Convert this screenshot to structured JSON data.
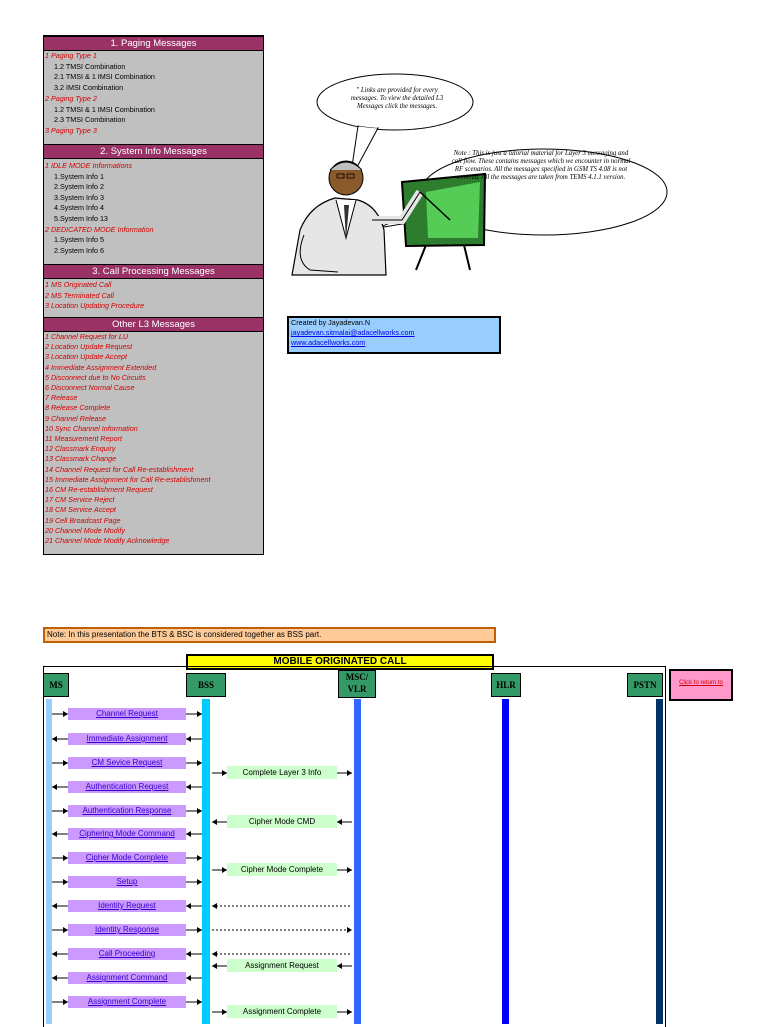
{
  "index": {
    "sections": [
      {
        "title": "1. Paging Messages",
        "items": [
          {
            "text": "1 Paging Type 1",
            "style": "red"
          },
          {
            "text": "1.2 TMSI Combination",
            "style": "blk",
            "indent": 1
          },
          {
            "text": "2.1 TMSI & 1 IMSI Combination",
            "style": "blk",
            "indent": 1
          },
          {
            "text": "3.2 IMSI Combination",
            "style": "blk",
            "indent": 1
          },
          {
            "text": "2 Paging Type 2",
            "style": "red"
          },
          {
            "text": "1.2 TMSI & 1 IMSI Combination",
            "style": "blk",
            "indent": 1
          },
          {
            "text": "2.3 TMSI Combination",
            "style": "blk",
            "indent": 1
          },
          {
            "text": "3 Paging Type 3",
            "style": "red"
          }
        ]
      },
      {
        "title": "2. System Info Messages",
        "items": [
          {
            "text": "1 IDLE MODE Informations",
            "style": "red"
          },
          {
            "text": "1.System Info 1",
            "style": "blk",
            "indent": 1
          },
          {
            "text": "2.System Info 2",
            "style": "blk",
            "indent": 1
          },
          {
            "text": "3.System Info 3",
            "style": "blk",
            "indent": 1
          },
          {
            "text": "4.System Info 4",
            "style": "blk",
            "indent": 1
          },
          {
            "text": "5.System Info 13",
            "style": "blk",
            "indent": 1
          },
          {
            "text": "2 DEDICATED MODE Information",
            "style": "red"
          },
          {
            "text": "1.System Info 5",
            "style": "blk",
            "indent": 1
          },
          {
            "text": "2.System Info 6",
            "style": "blk",
            "indent": 1
          }
        ]
      },
      {
        "title": "3. Call Processing Messages",
        "items": [
          {
            "text": "1 MS Originated Call",
            "style": "red"
          },
          {
            "text": "2 MS Terminated Call",
            "style": "red"
          },
          {
            "text": "3 Location Updating Procedure",
            "style": "red"
          }
        ]
      },
      {
        "title": "Other L3 Messages",
        "items": [
          {
            "text": "1 Channel Request for LU",
            "style": "red"
          },
          {
            "text": "2 Location Update Request",
            "style": "red"
          },
          {
            "text": "3 Location Update Accept",
            "style": "red"
          },
          {
            "text": "4 Immediate Assignment Extended",
            "style": "red"
          },
          {
            "text": "5 Disconnect due to No Circuits",
            "style": "red"
          },
          {
            "text": "6 Disconnect Normal Cause",
            "style": "red"
          },
          {
            "text": "7 Release",
            "style": "red"
          },
          {
            "text": "8 Release Complete",
            "style": "red"
          },
          {
            "text": "9 Channel Release",
            "style": "red"
          },
          {
            "text": "10 Sync Channel Information",
            "style": "red"
          },
          {
            "text": "11 Measurement Report",
            "style": "red"
          },
          {
            "text": "12 Classmark Enquiry",
            "style": "red"
          },
          {
            "text": "13 Classmark Change",
            "style": "red"
          },
          {
            "text": "14 Channel Request for Call Re-establishment",
            "style": "red"
          },
          {
            "text": "15 Immediate Assignment for Call Re-establishment",
            "style": "red"
          },
          {
            "text": "16 CM Re-establishment Request",
            "style": "red"
          },
          {
            "text": "17 CM Service Reject",
            "style": "red"
          },
          {
            "text": "18 CM Service Accept",
            "style": "red"
          },
          {
            "text": "19 Cell Broadcast Page",
            "style": "red"
          },
          {
            "text": "20 Channel Mode Modify",
            "style": "red"
          },
          {
            "text": "21 Channel Mode Modify Acknowledge",
            "style": "red"
          }
        ]
      }
    ]
  },
  "bubbles": {
    "links_note": "\" Links are provided for every messages. To view the detailed L3 Messages click the messages.",
    "tutorial_note": "Note : This is just a tutorial material for Layer 3 messaging and call flow. These contains messages which we encounter in normal RF scenarios. All the messages specified in GSM TS 4.08 is not covered. All the messages are taken from TEMS 4.1.1 version."
  },
  "creator": {
    "line1": "Created by Jayadevan.N",
    "email": "jayadevan.sitmalai@adacellworks.com",
    "website": "www.adacellworks.com"
  },
  "flow": {
    "note": "Note: In this presentation the BTS & BSC is considered together as BSS part.",
    "title": "MOBILE ORIGINATED CALL",
    "return_label": "Click to return to",
    "entities": {
      "ms": "MS",
      "bss": "BSS",
      "msc_l1": "MSC/",
      "msc_l2": "VLR",
      "hlr": "HLR",
      "pstn": "PSTN"
    },
    "colors": {
      "ms_line": "#99ccff",
      "bss_line": "#00ccff",
      "msc_line": "#3366ff",
      "hlr_line": "#0000ff",
      "pstn_line": "#003366",
      "entity_box": "#339966",
      "ms_msg": "#cc99ff",
      "bss_msg": "#ccffcc"
    },
    "ms_messages": [
      {
        "label": "Channel Request",
        "dir": "right"
      },
      {
        "label": "Immediate Assignment",
        "dir": "left"
      },
      {
        "label": "CM Sevice Request",
        "dir": "right"
      },
      {
        "label": "Authentication Request",
        "dir": "left"
      },
      {
        "label": "Authentication Response",
        "dir": "right"
      },
      {
        "label": "Ciphering Mode Command",
        "dir": "left"
      },
      {
        "label": "Cipher Mode Complete",
        "dir": "right"
      },
      {
        "label": "Setup",
        "dir": "right"
      },
      {
        "label": "Identity Request",
        "dir": "left"
      },
      {
        "label": "Identity Response",
        "dir": "right"
      },
      {
        "label": "Call Proceeding",
        "dir": "left"
      },
      {
        "label": "Assignment Command",
        "dir": "left"
      },
      {
        "label": "Assignment Complete",
        "dir": "right"
      }
    ],
    "network_messages": [
      {
        "label": "Complete Layer 3 Info",
        "dir": "right"
      },
      {
        "label": "Cipher Mode CMD",
        "dir": "left"
      },
      {
        "label": "Cipher Mode Complete",
        "dir": "right"
      },
      {
        "label": "Assignment Request",
        "dir": "left"
      },
      {
        "label": "Assignment Complete",
        "dir": "right"
      }
    ]
  }
}
